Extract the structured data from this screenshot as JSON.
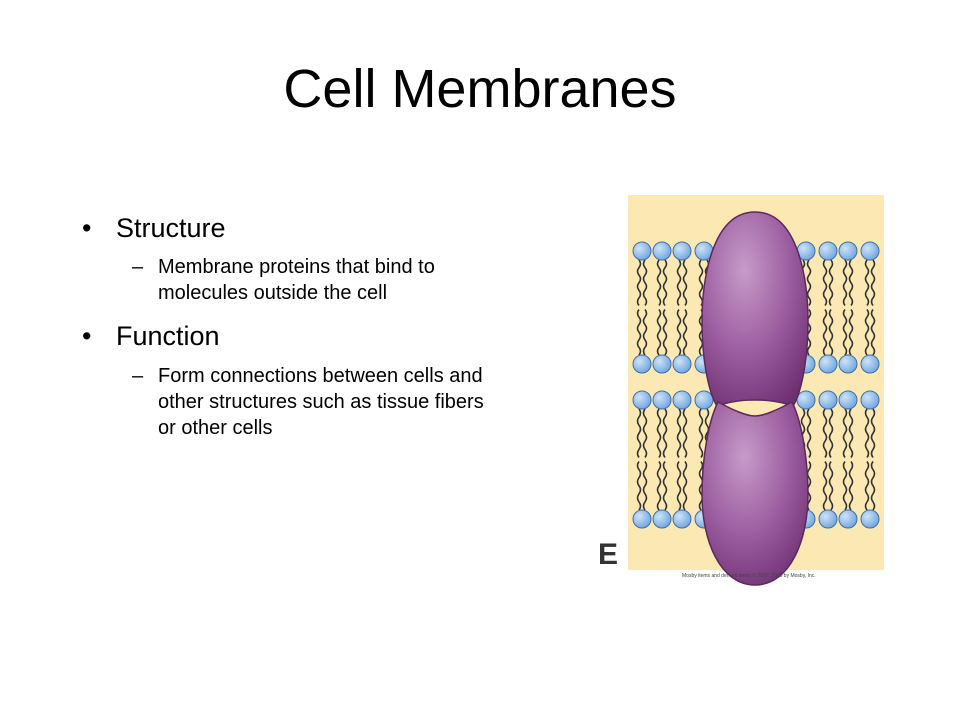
{
  "slide": {
    "title": "Cell Membranes"
  },
  "bullets": [
    {
      "label": "Structure",
      "sub": "Membrane proteins that bind to molecules outside the cell"
    },
    {
      "label": "Function",
      "sub": "Form connections between cells and other structures such as tissue fibers or other cells"
    }
  ],
  "sub_marker": "–",
  "figure": {
    "panel_letter": "E",
    "credit": "Mosby items and derived items © 2007, 2003 by Mosby, Inc.",
    "colors": {
      "background": "#fbe8b3",
      "head": "#7fb3e6",
      "head_stroke": "#3e6fa8",
      "tail": "#333333",
      "protein": "#9b5c9f",
      "protein_dark": "#6d2f70"
    }
  }
}
